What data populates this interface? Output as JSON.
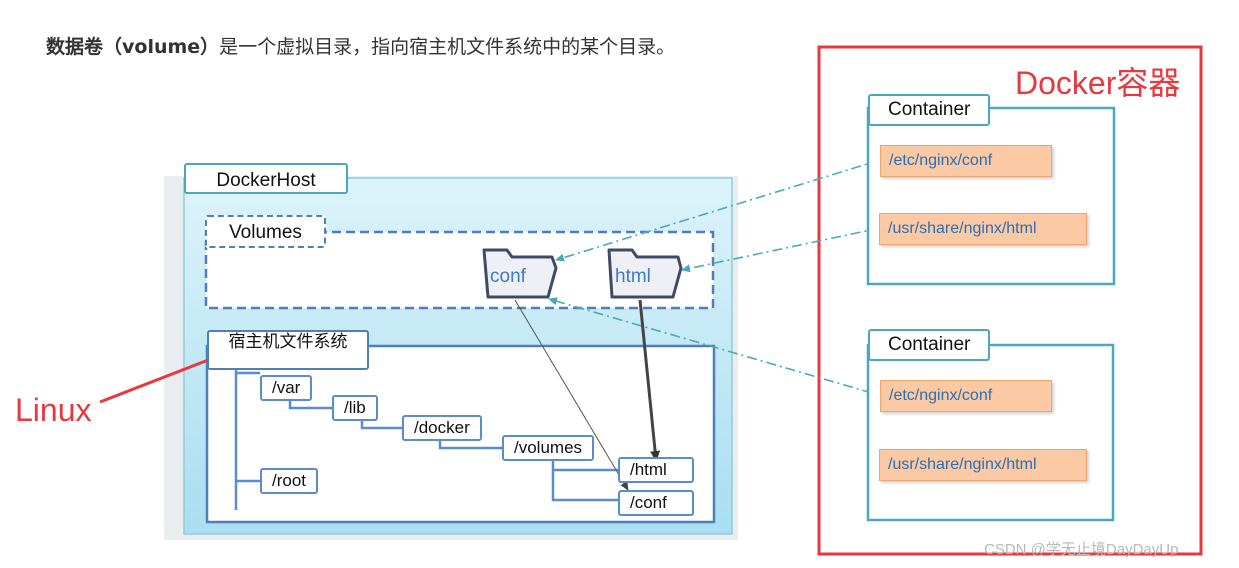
{
  "heading": {
    "bold": "数据卷（volume）",
    "rest": "是一个虚拟目录，指向宿主机文件系统中的某个目录。"
  },
  "docker_container_label": "Docker容器",
  "docker_host_label": "DockerHost",
  "volumes_label": "Volumes",
  "volume_folders": [
    "conf",
    "html"
  ],
  "host_fs_label": "宿主机文件系统",
  "linux_label": "Linux",
  "tree": {
    "var": "/var",
    "lib": "/lib",
    "docker": "/docker",
    "volumes": "/volumes",
    "html": "/html",
    "conf": "/conf",
    "root": "/root"
  },
  "containers": [
    {
      "label": "Container",
      "paths": [
        "/etc/nginx/conf",
        "/usr/share/nginx/html"
      ]
    },
    {
      "label": "Container",
      "paths": [
        "/etc/nginx/conf",
        "/usr/share/nginx/html"
      ]
    }
  ],
  "watermark": "CSDN @学无止境DayDayUp",
  "colors": {
    "red": "#e8383d",
    "teal": "#4aa8be",
    "blue_node": "#5b8ccf",
    "orange_fill": "#fbc9a3",
    "path_text": "#2a6fb4"
  }
}
